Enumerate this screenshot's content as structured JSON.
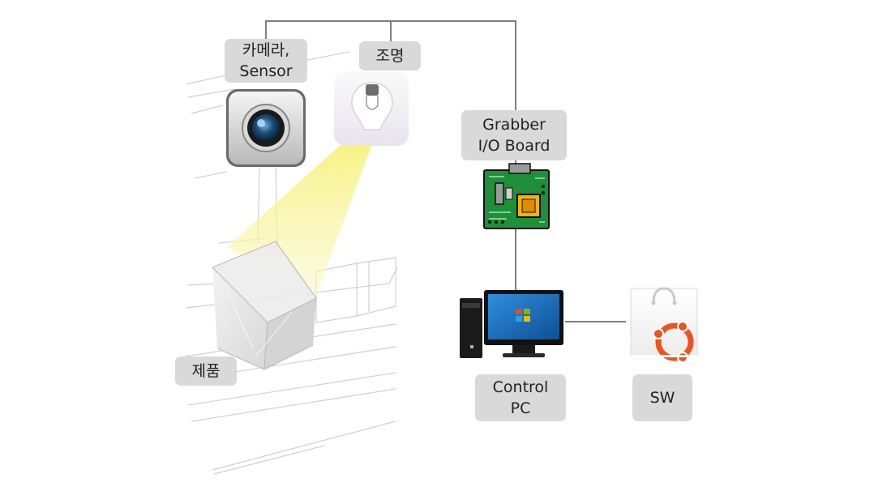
{
  "nodes": {
    "camera": [
      "카메라,",
      "Sensor"
    ],
    "light": "조명",
    "grabber": [
      "Grabber",
      "I/O Board"
    ],
    "product": "제품",
    "pc": [
      "Control",
      "PC"
    ],
    "sw": "SW"
  },
  "icons": {
    "camera": "camera-app-icon",
    "light": "light-bulb-icon",
    "grabber": "circuit-board-icon",
    "pc": "desktop-computer-icon",
    "sw": "shopping-bag-icon",
    "product": "translucent-box-icon"
  },
  "colors": {
    "connector": "#7f7f7f",
    "label_bg": "#d9d9d9",
    "light_beam": "#f7f27a",
    "board_green": "#1f8f3a",
    "chip_yellow": "#f4b400",
    "monitor_blue": "#1e6fb8",
    "sw_orange": "#e95420"
  }
}
